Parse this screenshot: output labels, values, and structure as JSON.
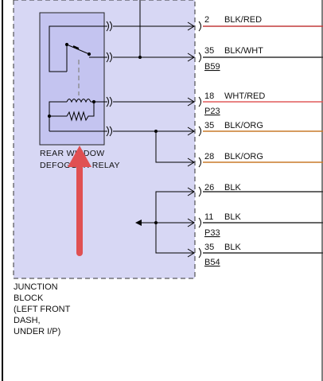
{
  "relay": {
    "name_line1": "REAR WINDOW",
    "name_line2": "DEFOGGER RELAY"
  },
  "junction_block": {
    "lines": [
      "JUNCTION",
      "BLOCK",
      "(LEFT FRONT",
      "DASH,",
      "UNDER I/P)"
    ]
  },
  "circuits": [
    {
      "pin": "2",
      "color": "BLK/RED",
      "wire_hex": "#c23b3b"
    },
    {
      "pin": "35",
      "color": "BLK/WHT",
      "wire_hex": "#333333"
    },
    {
      "pin": "18",
      "color": "WHT/RED",
      "wire_hex": "#e05a5a"
    },
    {
      "pin": "35",
      "color": "BLK/ORG",
      "wire_hex": "#c87a2a"
    },
    {
      "pin": "28",
      "color": "BLK/ORG",
      "wire_hex": "#c87a2a"
    },
    {
      "pin": "26",
      "color": "BLK",
      "wire_hex": "#333333"
    },
    {
      "pin": "11",
      "color": "BLK",
      "wire_hex": "#333333"
    },
    {
      "pin": "35",
      "color": "BLK",
      "wire_hex": "#333333"
    }
  ],
  "connectors": {
    "b59": "B59",
    "p23": "P23",
    "p33": "P33",
    "b54": "B54"
  },
  "colors": {
    "junction_fill": "#d7d7f4",
    "relay_fill": "#c4c4f0",
    "arrow": "#e05052"
  }
}
